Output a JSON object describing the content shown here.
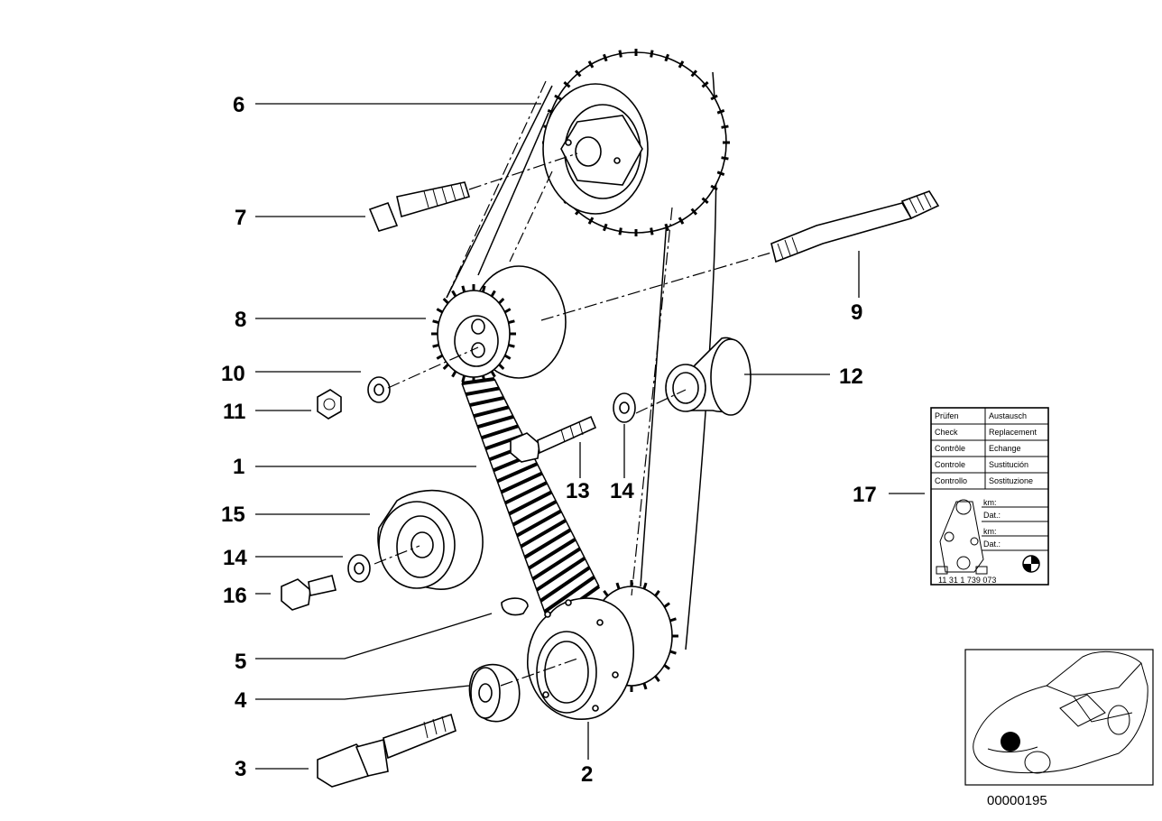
{
  "callouts": {
    "c1": "1",
    "c2": "2",
    "c3": "3",
    "c4": "4",
    "c5": "5",
    "c6": "6",
    "c7": "7",
    "c8": "8",
    "c9": "9",
    "c10": "10",
    "c11": "11",
    "c12": "12",
    "c13": "13",
    "c14a": "14",
    "c14b": "14",
    "c15": "15",
    "c16": "16",
    "c17": "17"
  },
  "label_table": {
    "rows": [
      {
        "left": "Prüfen",
        "right": "Austausch"
      },
      {
        "left": "Check",
        "right": "Replacement"
      },
      {
        "left": "Contrôle",
        "right": "Echange"
      },
      {
        "left": "Controle",
        "right": "Sustitución"
      },
      {
        "left": "Controllo",
        "right": "Sostituzione"
      }
    ],
    "fields": [
      "km:",
      "Dat.:",
      "km:",
      "Dat.:"
    ],
    "part_number": "11 31 1 739 073"
  },
  "footer": {
    "diagram_id": "00000195"
  }
}
